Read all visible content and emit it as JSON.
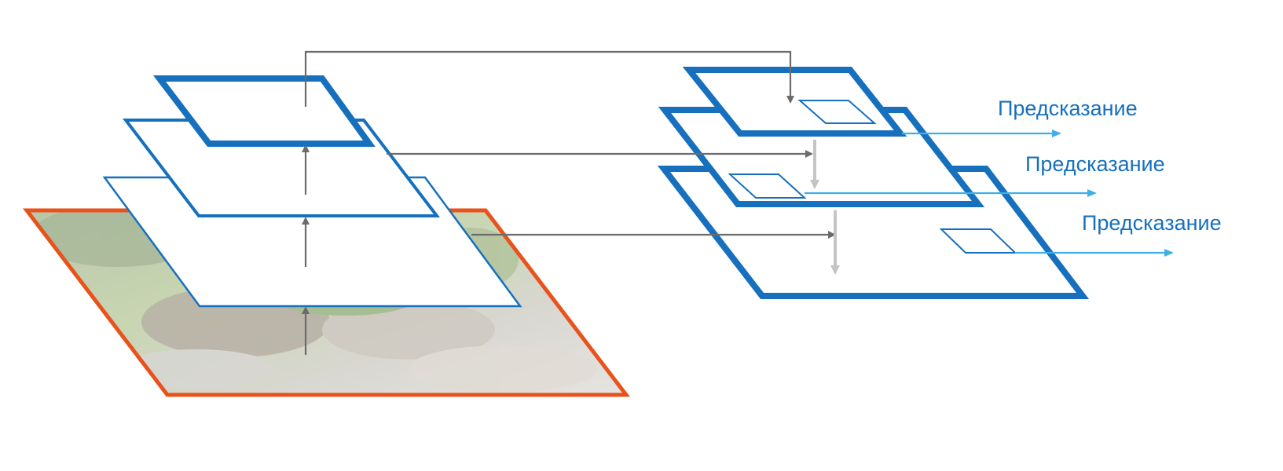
{
  "colors": {
    "blue": "#1670bd",
    "light_blue": "#3fb0e6",
    "gray_arrow": "#6b6b6b",
    "light_gray_arrow": "#c4c4c4",
    "input_border": "#e8521c",
    "background": "#ffffff"
  },
  "image_content": "blurred-photo-of-animals-on-rocks",
  "predictions": [
    {
      "label": "Предсказание"
    },
    {
      "label": "Предсказание"
    },
    {
      "label": "Предсказание"
    }
  ]
}
